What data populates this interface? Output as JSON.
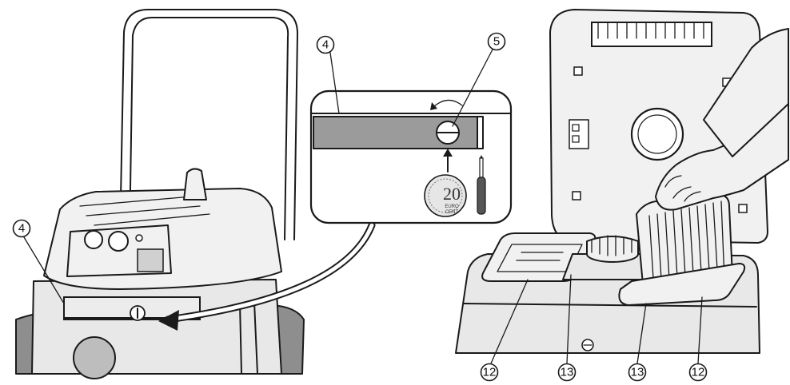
{
  "callouts": {
    "left_part": "4",
    "inset_part": "4",
    "inset_screw": "5",
    "filter_frame_left": "12",
    "filter_holder_left": "13",
    "filter_holder_right": "13",
    "filter_frame_right": "12"
  },
  "coin": {
    "value": "20",
    "word": "EURO",
    "sub": "CENT"
  },
  "colors": {
    "line": "#1a1a1a",
    "body": "#e8e8e8",
    "dark_panel": "#8e8e8e",
    "background": "#ffffff"
  }
}
